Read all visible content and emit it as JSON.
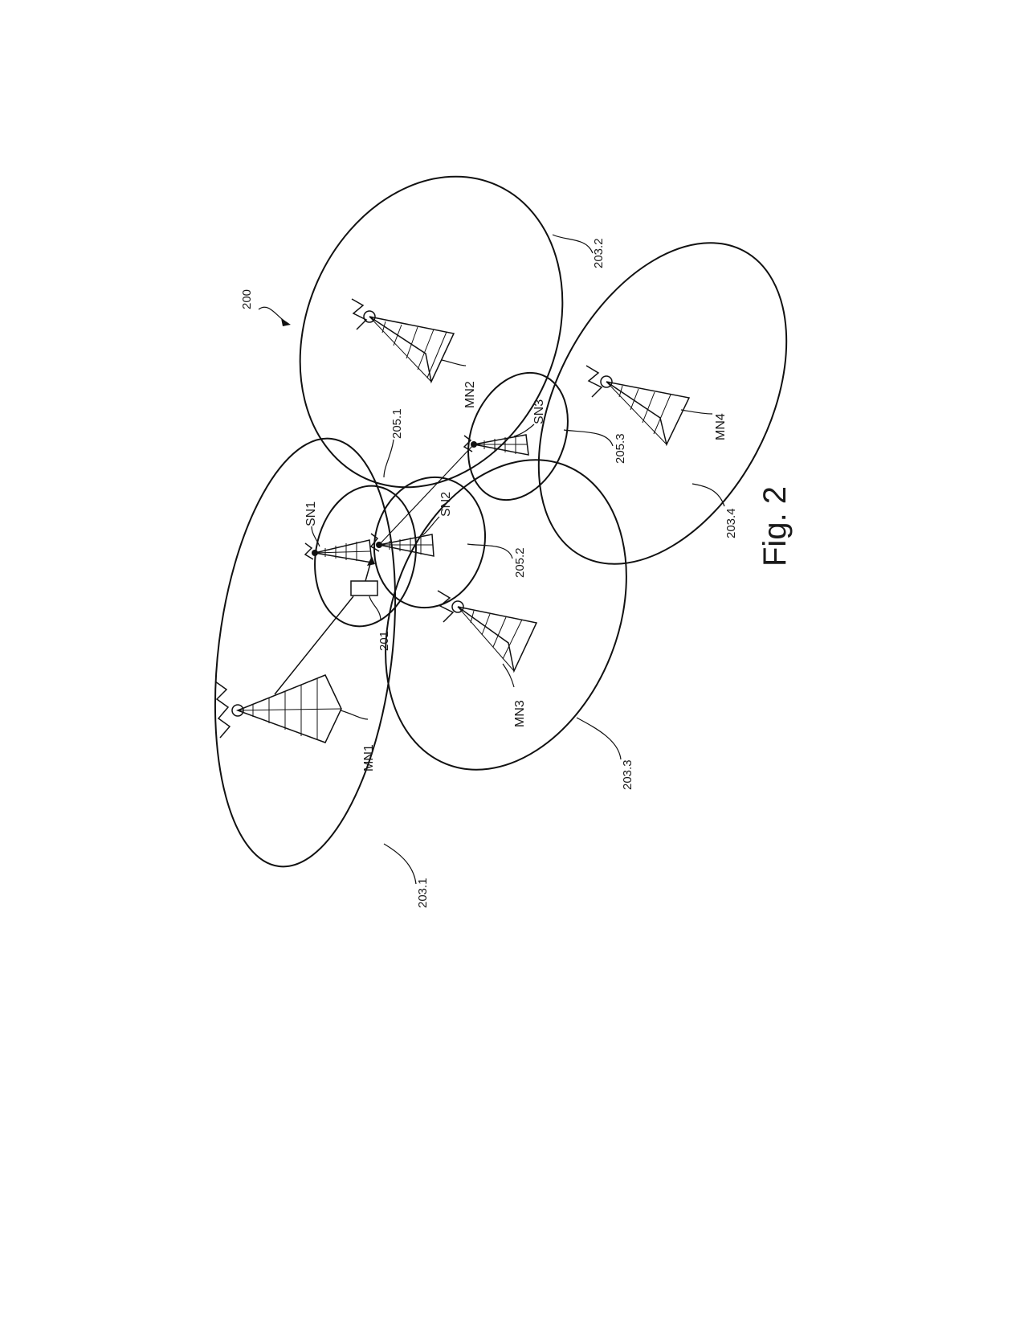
{
  "figure": {
    "caption": "Fig. 2",
    "network_ref": "200",
    "ue_ref": "201",
    "macro_cells": [
      {
        "id": "macro-cell-1",
        "label": "203.1",
        "node": "MN1"
      },
      {
        "id": "macro-cell-2",
        "label": "203.2",
        "node": "MN2"
      },
      {
        "id": "macro-cell-3",
        "label": "203.3",
        "node": "MN3"
      },
      {
        "id": "macro-cell-4",
        "label": "203.4",
        "node": "MN4"
      }
    ],
    "small_cells": [
      {
        "id": "small-cell-1",
        "label": "205.1",
        "node": "SN1"
      },
      {
        "id": "small-cell-2",
        "label": "205.2",
        "node": "SN2"
      },
      {
        "id": "small-cell-3",
        "label": "205.3",
        "node": "SN3"
      }
    ]
  }
}
